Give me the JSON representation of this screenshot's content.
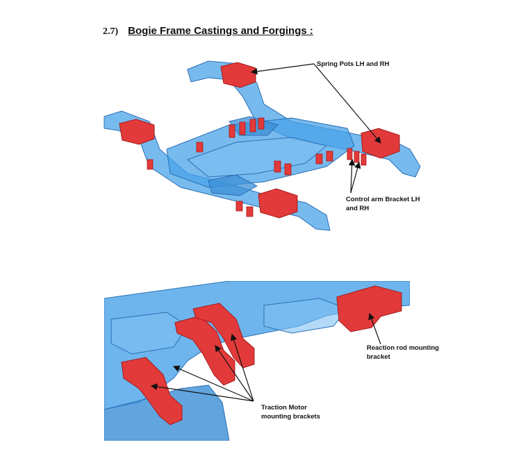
{
  "section": {
    "number": "2.7)",
    "title": "Bogie Frame Castings and Forgings :"
  },
  "figure1": {
    "labels": {
      "spring_pots": "Spring Pots LH and RH",
      "control_arm_1": "Control arm Bracket LH",
      "control_arm_2": "and RH"
    }
  },
  "figure2": {
    "labels": {
      "reaction_rod_1": "Reaction rod mounting",
      "reaction_rod_2": "bracket",
      "traction_motor_1": "Traction Motor",
      "traction_motor_2": "mounting brackets"
    }
  },
  "colors": {
    "frame_blue": "#4aa3e8",
    "frame_edge": "#2a6fb4",
    "casting_red": "#e23a3a",
    "casting_edge": "#a51a1a"
  }
}
